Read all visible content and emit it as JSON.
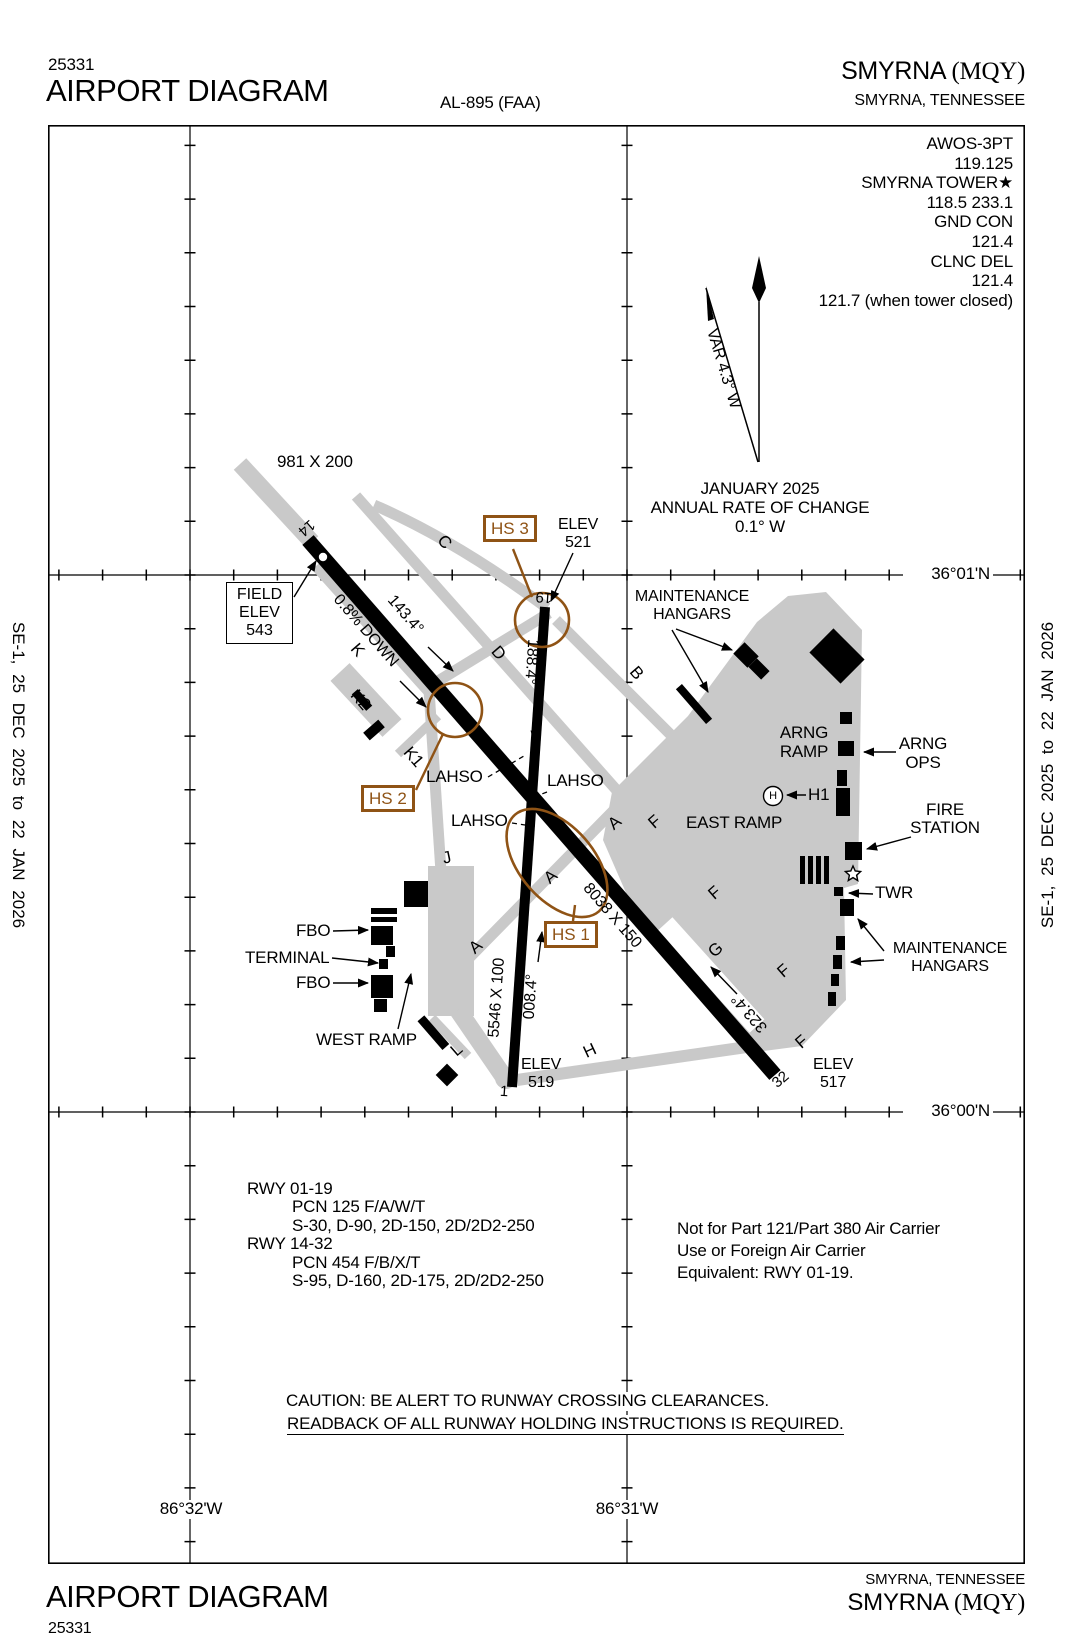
{
  "colors": {
    "hotspot": "#8F5315",
    "pavement": "#C9C9C9"
  },
  "header": {
    "chart_number": "25331",
    "title": "AIRPORT DIAGRAM",
    "chart_code": "AL-895 (FAA)",
    "airport_name": "SMYRNA",
    "airport_id": "(MQY)",
    "city": "SMYRNA, TENNESSEE"
  },
  "footer": {
    "title": "AIRPORT DIAGRAM",
    "chart_number": "25331",
    "city": "SMYRNA, TENNESSEE",
    "airport_name": "SMYRNA",
    "airport_id": "(MQY)"
  },
  "edition": {
    "left": "SE-1, 25 DEC 2025 to 22 JAN 2026",
    "right": "SE-1, 25 DEC 2025 to 22 JAN 2026"
  },
  "comms": {
    "lines": [
      "AWOS-3PT",
      "119.125",
      "SMYRNA TOWER★",
      "118.5 233.1",
      "GND CON",
      "121.4",
      "CLNC DEL",
      "121.4",
      "121.7 (when tower closed)"
    ]
  },
  "compass": {
    "variation": "VAR 4.3° W",
    "date": "JANUARY 2025",
    "rate_label": "ANNUAL RATE OF CHANGE",
    "rate_value": "0.1° W"
  },
  "grid": {
    "lat": [
      "36°01'N",
      "36°00'N"
    ],
    "lon": [
      "86°32'W",
      "86°31'W"
    ]
  },
  "field_elev": {
    "l1": "FIELD",
    "l2": "ELEV",
    "l3": "543"
  },
  "runway_14_32": {
    "number_14": "14",
    "number_32": "32",
    "dimensions": "8038 X 150",
    "bearing_14": "143.4°",
    "bearing_32": "323.4°",
    "slope": "0.8% DOWN",
    "stub_dimensions": "981 X 200"
  },
  "runway_01_19": {
    "number_1": "1",
    "number_19": "19",
    "dimensions": "5546 X 100",
    "bearing_1": "008.4°",
    "bearing_19": "188.4°"
  },
  "elevations": {
    "e521": [
      "ELEV",
      "521"
    ],
    "e519": [
      "ELEV",
      "519"
    ],
    "e517": [
      "ELEV",
      "517"
    ]
  },
  "hotspots": {
    "hs1": "HS 1",
    "hs2": "HS 2",
    "hs3": "HS 3"
  },
  "lahso": {
    "label": "LAHSO"
  },
  "taxiways": [
    "C",
    "D",
    "B",
    "K",
    "K2",
    "K1",
    "J",
    "A",
    "A",
    "A",
    "F",
    "F",
    "G",
    "F",
    "F",
    "H",
    "L"
  ],
  "facilities": {
    "maintenance_hangars_nw": "MAINTENANCE HANGARS",
    "maintenance_hangars_se": "MAINTENANCE HANGARS",
    "arng_ramp": "ARNG RAMP",
    "arng_ops": "ARNG OPS",
    "east_ramp": "EAST RAMP",
    "west_ramp": "WEST RAMP",
    "fire_station": "FIRE STATION",
    "twr": "TWR",
    "fbo_north": "FBO",
    "fbo_south": "FBO",
    "terminal": "TERMINAL",
    "helipad_id": "H1",
    "helipad_letter": "H"
  },
  "notes": {
    "runway_data": [
      "RWY 01-19",
      "PCN 125 F/A/W/T",
      "S-30, D-90, 2D-150, 2D/2D2-250",
      "RWY 14-32",
      "PCN 454 F/B/X/T",
      "S-95, D-160, 2D-175, 2D/2D2-250"
    ],
    "air_carrier": [
      "Not for Part 121/Part 380 Air Carrier",
      "Use or Foreign Air Carrier",
      "Equivalent: RWY 01-19."
    ],
    "caution_line1": "CAUTION: BE ALERT TO RUNWAY CROSSING CLEARANCES.",
    "caution_line2": "READBACK OF ALL RUNWAY HOLDING INSTRUCTIONS IS REQUIRED."
  }
}
